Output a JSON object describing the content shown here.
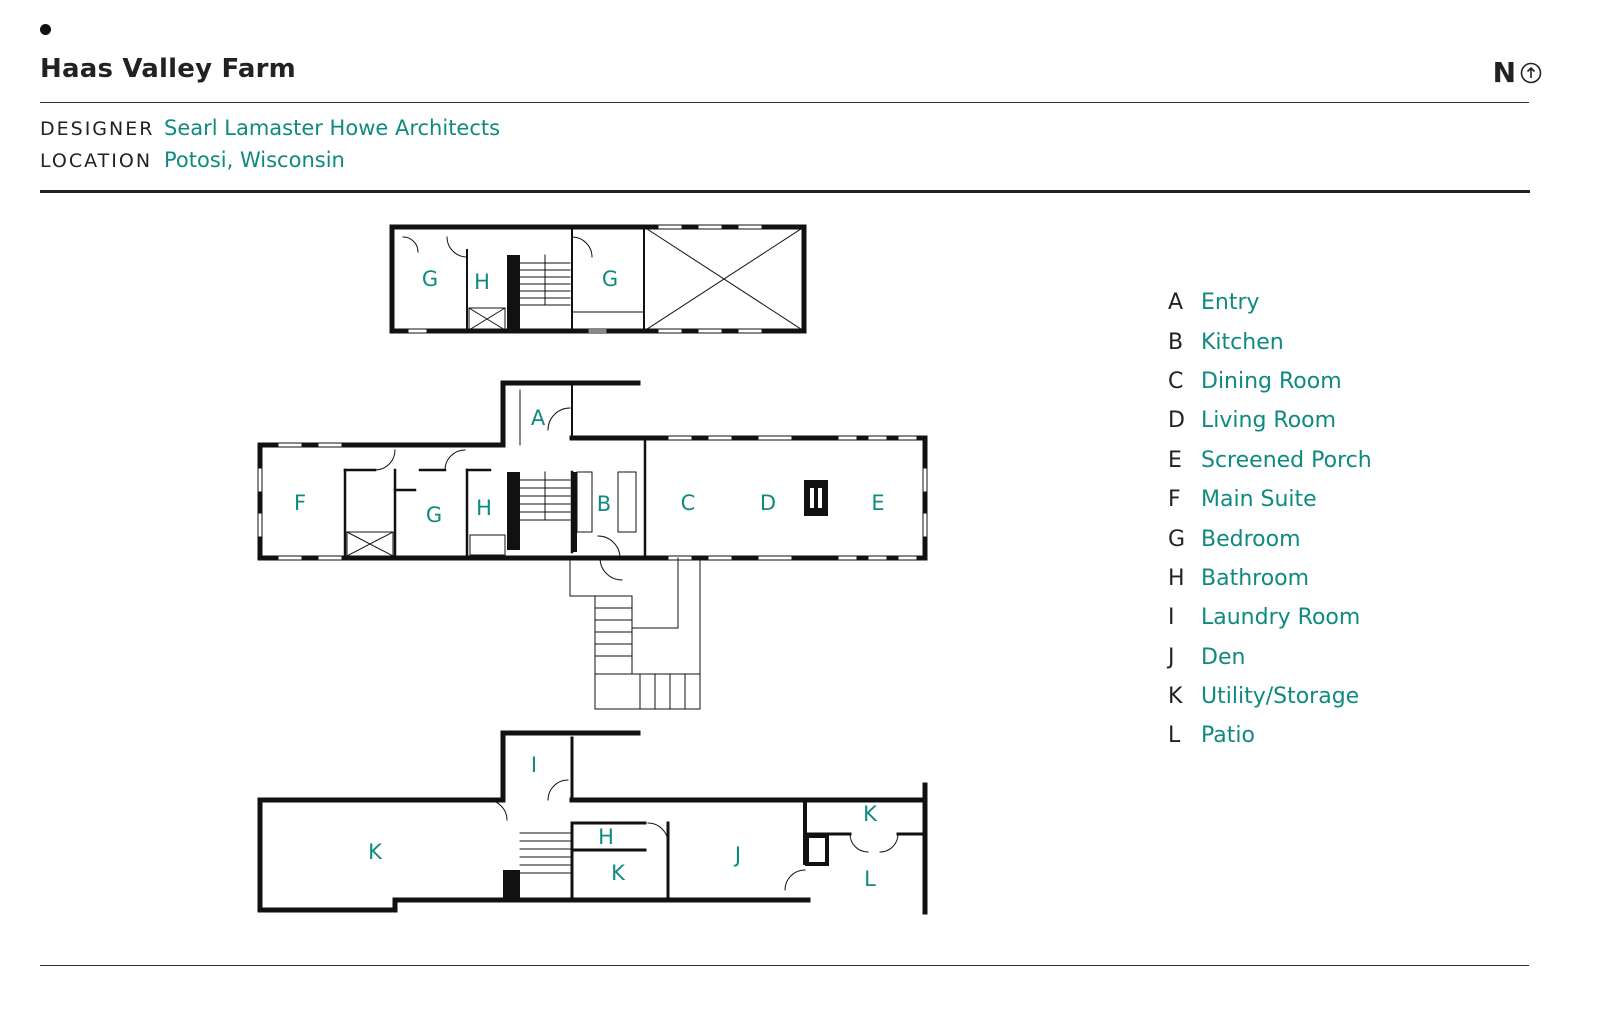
{
  "header": {
    "title": "Haas Valley Farm",
    "north_label": "N",
    "north_icon": "north-arrow-icon"
  },
  "meta": {
    "designer_key": "DESIGNER",
    "designer_value": "Searl Lamaster Howe Architects",
    "location_key": "LOCATION",
    "location_value": "Potosi, Wisconsin"
  },
  "colors": {
    "accent": "#0f8a80",
    "walls": "#111111"
  },
  "plan_labels": {
    "upper_g1": "G",
    "upper_h": "H",
    "upper_g2": "G",
    "main_a": "A",
    "main_f": "F",
    "main_g": "G",
    "main_h": "H",
    "main_b": "B",
    "main_c": "C",
    "main_d": "D",
    "main_e": "E",
    "lower_i": "I",
    "lower_k1": "K",
    "lower_h": "H",
    "lower_k2": "K",
    "lower_j": "J",
    "lower_k3": "K",
    "lower_l": "L"
  },
  "legend": [
    {
      "key": "A",
      "label": "Entry"
    },
    {
      "key": "B",
      "label": "Kitchen"
    },
    {
      "key": "C",
      "label": "Dining Room"
    },
    {
      "key": "D",
      "label": "Living Room"
    },
    {
      "key": "E",
      "label": "Screened Porch"
    },
    {
      "key": "F",
      "label": "Main Suite"
    },
    {
      "key": "G",
      "label": "Bedroom"
    },
    {
      "key": "H",
      "label": "Bathroom"
    },
    {
      "key": "I",
      "label": "Laundry Room"
    },
    {
      "key": "J",
      "label": "Den"
    },
    {
      "key": "K",
      "label": "Utility/Storage"
    },
    {
      "key": "L",
      "label": "Patio"
    }
  ]
}
